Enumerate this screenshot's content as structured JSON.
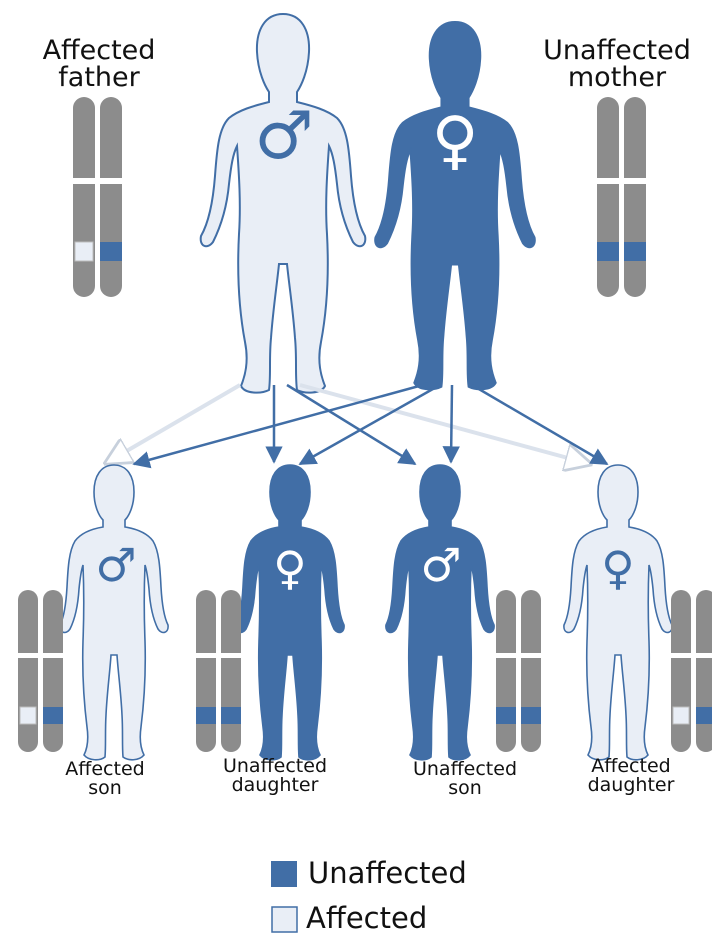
{
  "parents": {
    "father_label": "Affected\nfather",
    "mother_label": "Unaffected\nmother"
  },
  "children": {
    "affected_son_label": "Affected\nson",
    "unaffected_daughter_label": "Unaffected\ndaughter",
    "unaffected_son_label": "Unaffected\nson",
    "affected_daughter_label": "Affected\ndaughter"
  },
  "legend": {
    "unaffected_label": "Unaffected",
    "affected_label": "Affected"
  },
  "symbols": {
    "male": "♂",
    "female": "♀"
  },
  "colors": {
    "unaffected": "#416ea6",
    "affected_fill": "#e9eef6",
    "outline": "#416ea6",
    "chromosome": "#8c8c8c",
    "arrow_dark": "#416ea6",
    "arrow_light": "#dbe2ec"
  },
  "icons": [
    "male-symbol",
    "female-symbol",
    "chromosome-pair",
    "arrow"
  ]
}
